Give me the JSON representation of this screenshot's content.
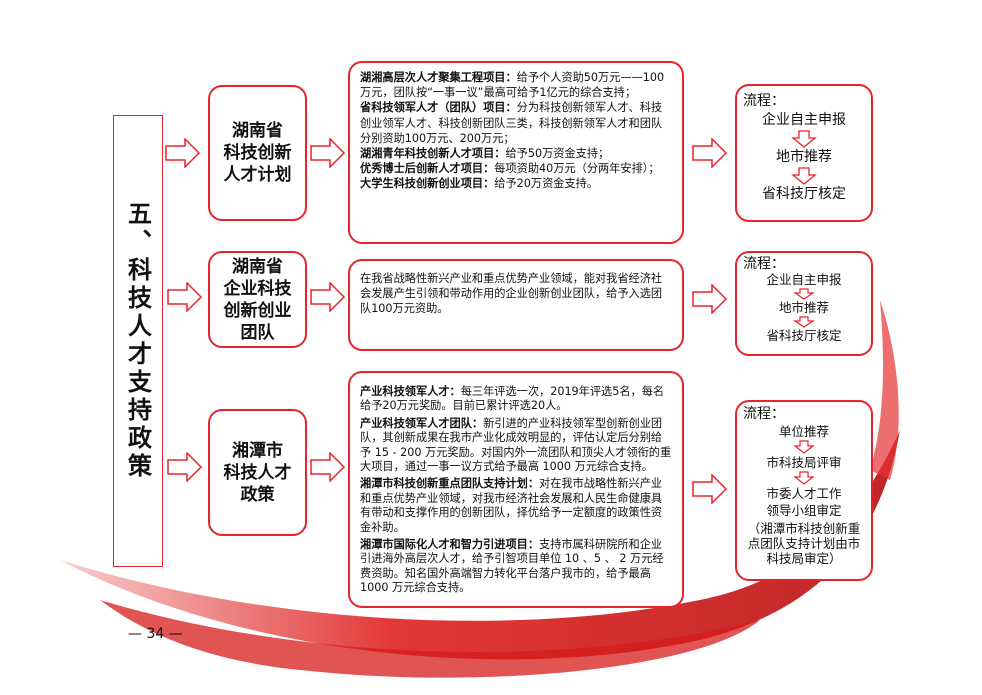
{
  "title": "五、科技人才支持政策",
  "page_number": "— 34 —",
  "colors": {
    "accent": "#e8232a"
  },
  "sections": [
    {
      "name": "湖南省科技创新人才计划",
      "name_lines": [
        "湖南省",
        "科技创新",
        "人才计划"
      ],
      "items": [
        {
          "title": "湖湘高层次人才聚集工程项目：",
          "text": "给予个人资助50万元——100万元，团队按“一事一议”最高可给予1亿元的综合支持；"
        },
        {
          "title": "省科技领军人才（团队）项目：",
          "text": "分为科技创新领军人才、科技创业领军人才、科技创新团队三类，科技创新领军人才和团队分别资助100万元、200万元；"
        },
        {
          "title": "湖湘青年科技创新人才项目：",
          "text": "给予50万资金支持；"
        },
        {
          "title": "优秀博士后创新人才项目：",
          "text": "每项资助40万元（分两年安排）；"
        },
        {
          "title": "大学生科技创新创业项目：",
          "text": "给予20万资金支持。"
        }
      ],
      "flow": {
        "label": "流程：",
        "steps": [
          "企业自主申报",
          "地市推荐",
          "省科技厅核定"
        ]
      }
    },
    {
      "name": "湖南省企业科技创新创业团队",
      "name_lines": [
        "湖南省",
        "企业科技",
        "创新创业",
        "团队"
      ],
      "text": "在我省战略性新兴产业和重点优势产业领域，能对我省经济社会发展产生引领和带动作用的企业创新创业团队，给予入选团队100万元资助。",
      "flow": {
        "label": "流程：",
        "steps": [
          "企业自主申报",
          "地市推荐",
          "省科技厅核定"
        ]
      }
    },
    {
      "name": "湘潭市科技人才政策",
      "name_lines": [
        "湘潭市",
        "科技人才",
        "政策"
      ],
      "items": [
        {
          "title": "产业科技领军人才：",
          "text": "每三年评选一次，2019年评选5名，每名给予20万元奖励。目前已累计评选20人。"
        },
        {
          "title": "产业科技领军人才团队：",
          "text": "新引进的产业科技领军型创新创业团队，其创新成果在我市产业化成效明显的，评估认定后分别给予 15 - 200 万元奖励。对国内外一流团队和顶尖人才领衔的重大项目，通过一事一议方式给予最高 1000 万元综合支持。"
        },
        {
          "title": "湘潭市科技创新重点团队支持计划：",
          "text": "对在我市战略性新兴产业和重点优势产业领域，对我市经济社会发展和人民生命健康具有带动和支撑作用的创新团队，择优给予一定额度的政策性资金补助。"
        },
        {
          "title": "湘潭市国际化人才和智力引进项目：",
          "text": "支持市属科研院所和企业引进海外高层次人才，给予引智项目单位 10 、5 、 2 万元经费资助。知名国外高端智力转化平台落户我市的，给予最高 1000 万元综合支持。"
        }
      ],
      "flow": {
        "label": "流程：",
        "steps": [
          "单位推荐",
          "市科技局评审",
          "市委人才工作领导小组审定"
        ],
        "note": "（湘潭市科技创新重点团队支持计划由市科技局审定）"
      }
    }
  ]
}
